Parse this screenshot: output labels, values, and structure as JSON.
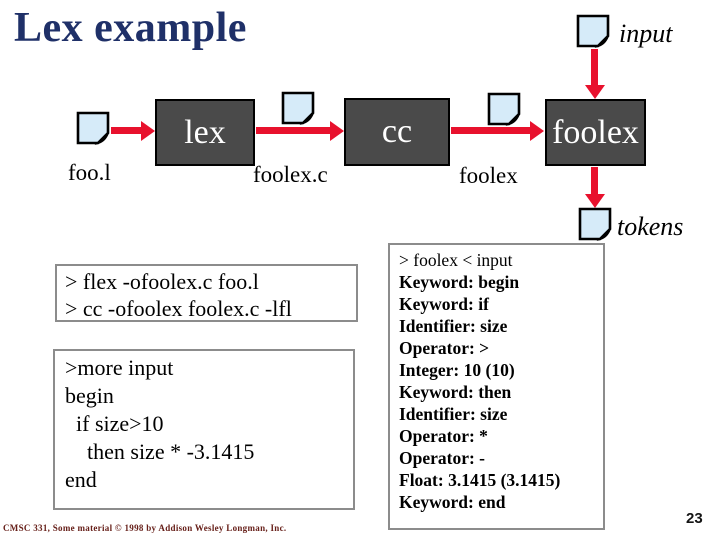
{
  "slide": {
    "title": "Lex example",
    "page_number": "23",
    "footer": "CMSC 331, Some material © 1998 by Addison Wesley Longman, Inc."
  },
  "diagram": {
    "input_label": "input",
    "tokens_label": "tokens",
    "file_foo_label": "foo.l",
    "file_foolexc_label": "foolex.c",
    "file_foolex_label": "foolex",
    "lex_box_label": "lex",
    "cc_box_label": "cc",
    "foolex_box_label": "foolex"
  },
  "command_box": {
    "lines": [
      "> flex -ofoolex.c foo.l",
      "> cc -ofoolex foolex.c -lfl"
    ]
  },
  "input_box": {
    "lines": [
      ">more input",
      "begin",
      "  if size>10",
      "    then size * -3.1415",
      "end"
    ]
  },
  "output_box": {
    "lines": [
      "> foolex < input",
      "Keyword: begin",
      "Keyword: if",
      "Identifier: size",
      "Operator: >",
      "Integer: 10 (10)",
      "Keyword: then",
      "Identifier: size",
      "Operator: *",
      "Operator: -",
      "Float: 3.1415 (3.1415)",
      "Keyword: end"
    ]
  },
  "colors": {
    "title_navy": "#1F3068",
    "arrow_red": "#E8112D",
    "process_box_gray": "#4a4a4a",
    "doc_icon_blue": "#D6EBF9",
    "box_border_gray": "#8C8C8C",
    "footer_maroon": "#67201A"
  }
}
